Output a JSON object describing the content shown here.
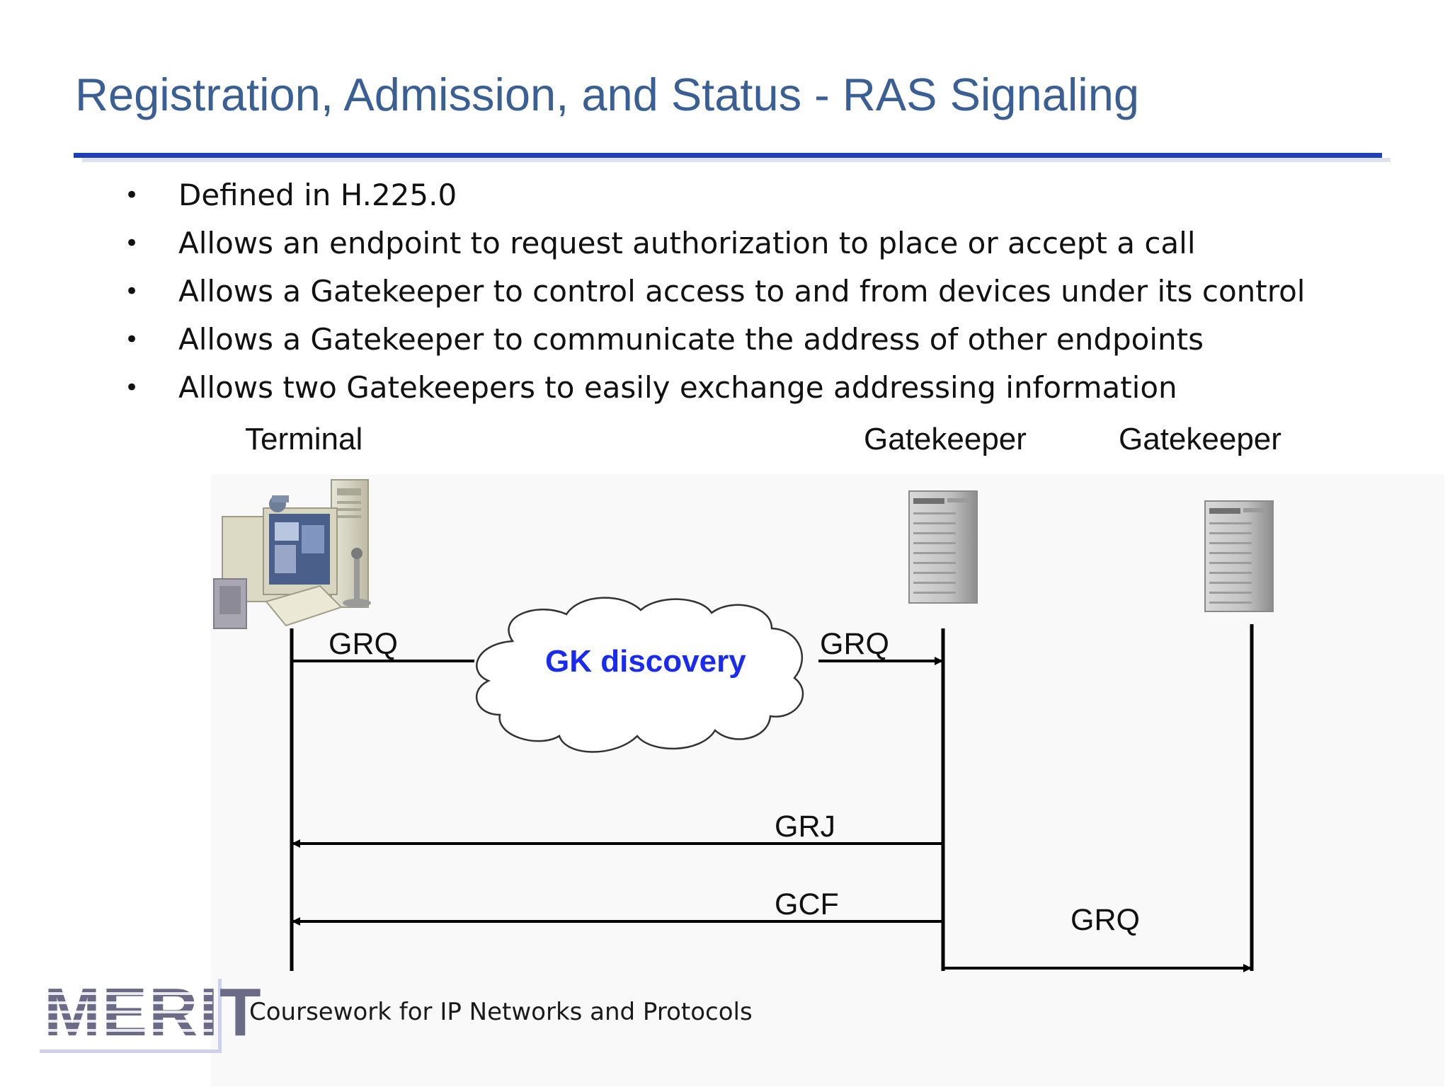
{
  "slide": {
    "title": "Registration, Admission, and Status - RAS Signaling",
    "bullets": [
      "Defined in H.225.0",
      "Allows an endpoint to request authorization to place or accept a call",
      "Allows a Gatekeeper to control access to and from devices under its control",
      "Allows a Gatekeeper to communicate the address of other endpoints",
      "Allows two Gatekeepers to easily exchange addressing information"
    ],
    "bullet_symbol": "•"
  },
  "diagram": {
    "nodes": {
      "terminal": {
        "label": "Terminal",
        "icon": "workstation-icon"
      },
      "gatekeeper1": {
        "label": "Gatekeeper",
        "icon": "server-tower-icon"
      },
      "gatekeeper2": {
        "label": "Gatekeeper",
        "icon": "server-tower-icon"
      }
    },
    "cloud": {
      "label": "GK discovery",
      "color": "#1a2bf0"
    },
    "messages": {
      "grq_terminal_side": "GRQ",
      "grq_gatekeeper_side": "GRQ",
      "grj": "GRJ",
      "gcf": "GCF",
      "grq_gk_to_gk": "GRQ"
    }
  },
  "footer": {
    "text": "Coursework for IP Networks and Protocols",
    "logo_text": "MERIT"
  },
  "colors": {
    "title": "#3a5f95",
    "rule": "#1c40b8",
    "cloud_label": "#1a2bf0"
  }
}
